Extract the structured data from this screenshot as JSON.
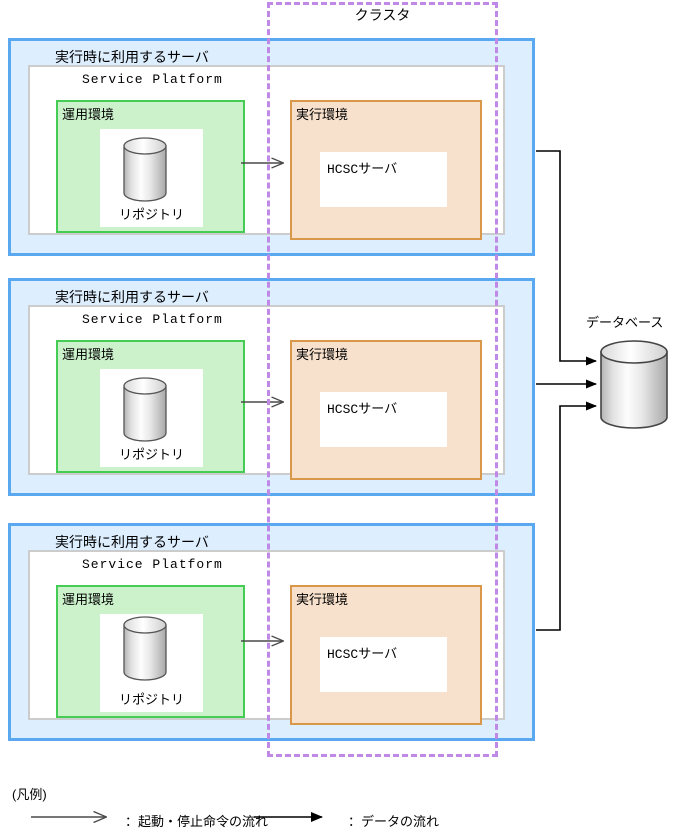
{
  "diagram": {
    "cluster_label": "クラスタ",
    "database_label": "データベース",
    "servers": [
      {
        "title": "実行時に利用するサーバ",
        "platform": "Service Platform",
        "operation_env": "運用環境",
        "repository": "リポジトリ",
        "execution_env": "実行環境",
        "hcsc_server": "HCSCサーバ"
      },
      {
        "title": "実行時に利用するサーバ",
        "platform": "Service Platform",
        "operation_env": "運用環境",
        "repository": "リポジトリ",
        "execution_env": "実行環境",
        "hcsc_server": "HCSCサーバ"
      },
      {
        "title": "実行時に利用するサーバ",
        "platform": "Service Platform",
        "operation_env": "運用環境",
        "repository": "リポジトリ",
        "execution_env": "実行環境",
        "hcsc_server": "HCSCサーバ"
      }
    ]
  },
  "legend": {
    "heading": "(凡例)",
    "items": [
      {
        "arrow": "open-arrow",
        "label": "：起動・停止命令の流れ"
      },
      {
        "arrow": "solid-arrow",
        "label": "：データの流れ"
      }
    ]
  },
  "colors": {
    "server_fill": "#ddeeff",
    "server_border": "#5aa8f0",
    "platform_border": "#cccccc",
    "operation_fill": "#ccf2cc",
    "operation_border": "#44cc55",
    "execution_fill": "#f7e0cc",
    "execution_border": "#d9974a",
    "cluster_border": "#c089e8",
    "line": "#333333",
    "cylinder_light": "#ffffff",
    "cylinder_dark": "#a8a8a8"
  }
}
